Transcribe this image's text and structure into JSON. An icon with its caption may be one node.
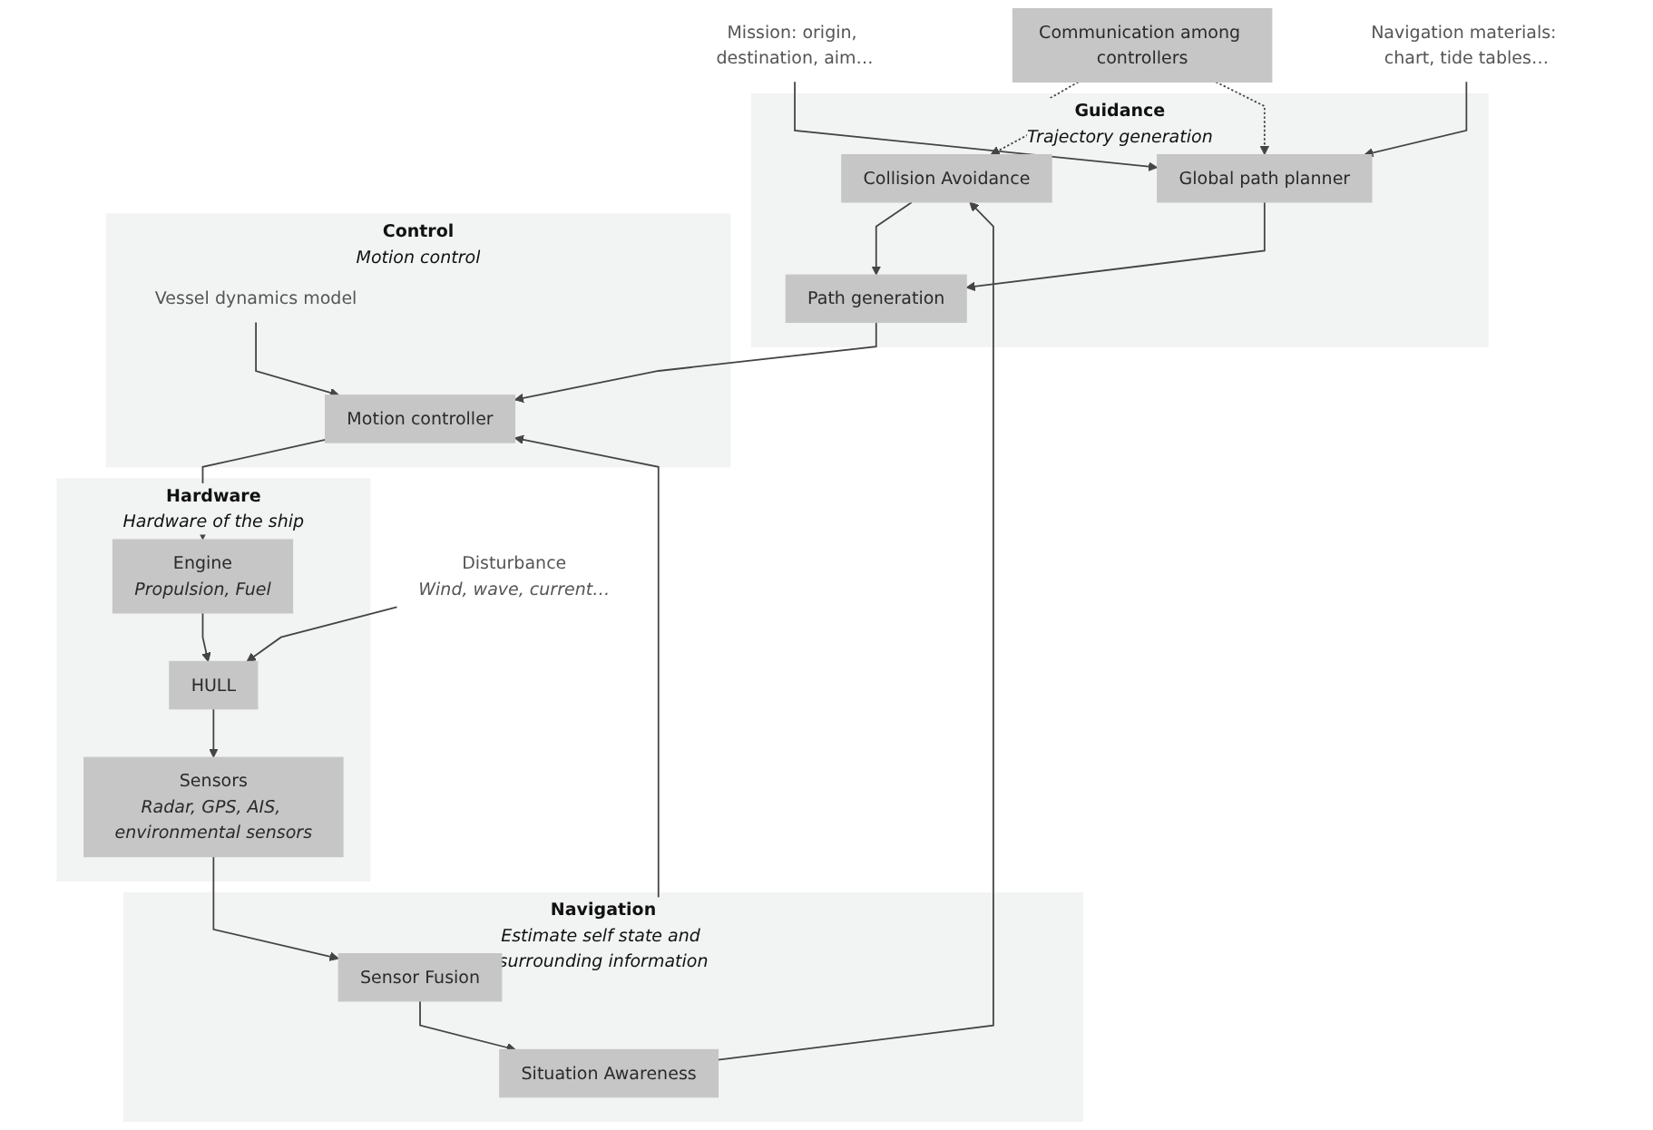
{
  "diagram": {
    "nodes": [
      {
        "text": [
          "Communication among controllers"
        ]
      },
      {
        "text": [
          "Mission: origin, destination, aim…"
        ]
      },
      {
        "text": [
          "Navigation materials: chart, tide tables…"
        ]
      },
      {
        "text": [
          "Navigation",
          "Estimate self state and surrounding information"
        ]
      },
      {
        "text": [
          "Situation Awareness"
        ],
        "in": 3
      },
      {
        "text": [
          "Sensor Fusion"
        ],
        "in": 3
      },
      {
        "text": [
          "Guidance",
          "Trajectory generation"
        ]
      },
      {
        "text": [
          "Collision Avoidance"
        ],
        "in": 6
      },
      {
        "text": [
          "Global path planner"
        ],
        "in": 6
      },
      {
        "text": [
          "Path generation"
        ],
        "in": 6
      },
      {
        "text": [
          "Control",
          "Motion control"
        ]
      },
      {
        "text": [
          "Vessel dynamics model"
        ],
        "in": 10
      },
      {
        "text": [
          "Motion controller"
        ],
        "in": 10
      },
      {
        "text": [
          "Hardware",
          "Hardware of the ship"
        ]
      },
      {
        "text": [
          "Sensors",
          "Radar, GPS, AIS, environmental sensors"
        ],
        "in": 13
      },
      {
        "text": [
          "HULL"
        ],
        "in": 13
      },
      {
        "text": [
          "Engine",
          "Propulsion, Fuel"
        ],
        "in": 13
      },
      {
        "text": [
          "Disturbance",
          "Wind, wave, current…"
        ]
      }
    ],
    "edges": [
      {
        "from": 0,
        "to": 7,
        "arrow": "to",
        "style": "dashed"
      },
      {
        "from": 0,
        "to": 8,
        "arrow": "to",
        "style": "dashed"
      },
      {
        "from": 1,
        "to": 8,
        "arrow": "to"
      },
      {
        "from": 2,
        "to": 8,
        "arrow": "to"
      },
      {
        "from": 8,
        "to": 9,
        "arrow": "to"
      },
      {
        "from": 4,
        "to": 7,
        "arrow": "to"
      },
      {
        "from": 7,
        "to": 9,
        "arrow": "to"
      },
      {
        "from": 9,
        "to": 12,
        "arrow": "to"
      },
      {
        "from": 11,
        "to": 12,
        "arrow": "to"
      },
      {
        "from": 5,
        "to": 4,
        "arrow": "to"
      },
      {
        "from": 5,
        "to": 12,
        "arrow": "to"
      },
      {
        "from": 12,
        "to": 16,
        "arrow": "to"
      },
      {
        "from": 16,
        "to": 15,
        "arrow": "to"
      },
      {
        "from": 15,
        "to": 14,
        "arrow": "to"
      },
      {
        "from": 14,
        "to": 5,
        "arrow": "to"
      },
      {
        "from": 17,
        "to": 15,
        "arrow": "to"
      }
    ]
  }
}
